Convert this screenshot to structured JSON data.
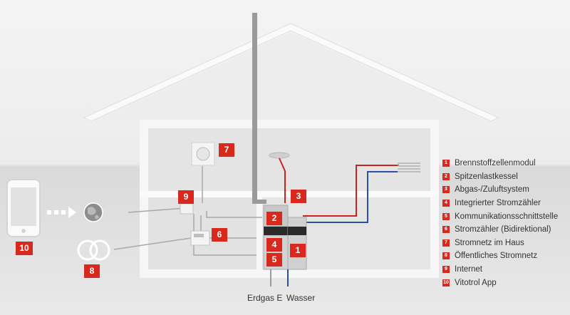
{
  "badges": {
    "b1": "1",
    "b2": "2",
    "b3": "3",
    "b4": "4",
    "b5": "5",
    "b6": "6",
    "b7": "7",
    "b8": "8",
    "b9": "9",
    "b10": "10"
  },
  "legend": [
    {
      "num": "1",
      "label": "Brennstoffzellenmodul"
    },
    {
      "num": "2",
      "label": "Spitzenlastkessel"
    },
    {
      "num": "3",
      "label": "Abgas-/Zuluftsystem"
    },
    {
      "num": "4",
      "label": "Integrierter Stromzähler"
    },
    {
      "num": "5",
      "label": "Kommunikationsschnittstelle"
    },
    {
      "num": "6",
      "label": "Stromzähler (Bidirektional)"
    },
    {
      "num": "7",
      "label": "Stromnetz im Haus"
    },
    {
      "num": "8",
      "label": "Öffentliches Stromnetz"
    },
    {
      "num": "9",
      "label": "Internet"
    },
    {
      "num": "10",
      "label": "Vitotrol App"
    }
  ],
  "supply": {
    "gas": "Erdgas E",
    "water": "Wasser"
  },
  "colors": {
    "accent": "#d9281e",
    "hot_pipe": "#c8231e",
    "cold_pipe": "#2a4fa3"
  },
  "icons": [
    "smartphone-icon",
    "globe-icon",
    "grid-rings-icon",
    "room-thermostat-icon",
    "sink-icon"
  ]
}
